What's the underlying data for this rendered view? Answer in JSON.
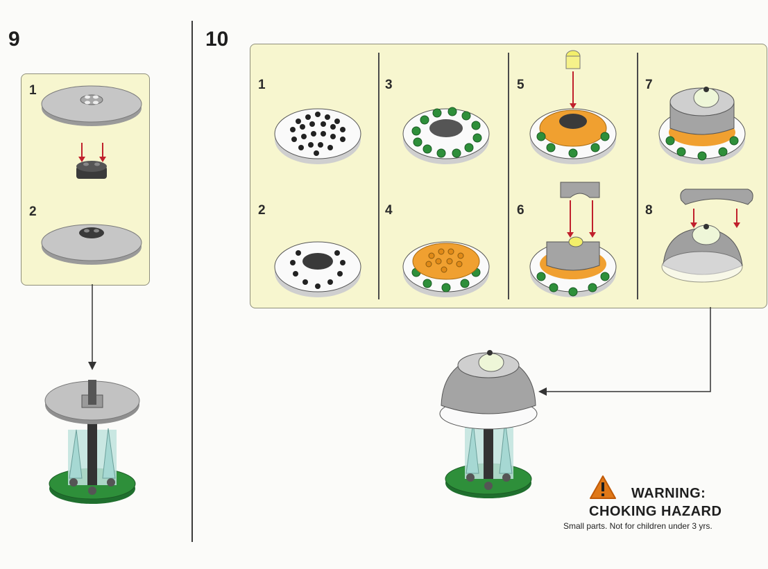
{
  "steps": {
    "step9": {
      "number": "9",
      "substeps": [
        "1",
        "2"
      ]
    },
    "step10": {
      "number": "10",
      "substeps": [
        "1",
        "2",
        "3",
        "4",
        "5",
        "6",
        "7",
        "8"
      ]
    }
  },
  "warning": {
    "icon": "warning-triangle-icon",
    "line1": "WARNING:",
    "line2": "CHOKING HAZARD",
    "detail": "Small parts. Not for children under 3 yrs."
  },
  "colors": {
    "panel": "#f7f6cf",
    "green": "#2e8f3a",
    "orange": "#f0a030",
    "gray": "#8d8d8d",
    "arrow": "#c0202c",
    "warning": "#e07818"
  }
}
